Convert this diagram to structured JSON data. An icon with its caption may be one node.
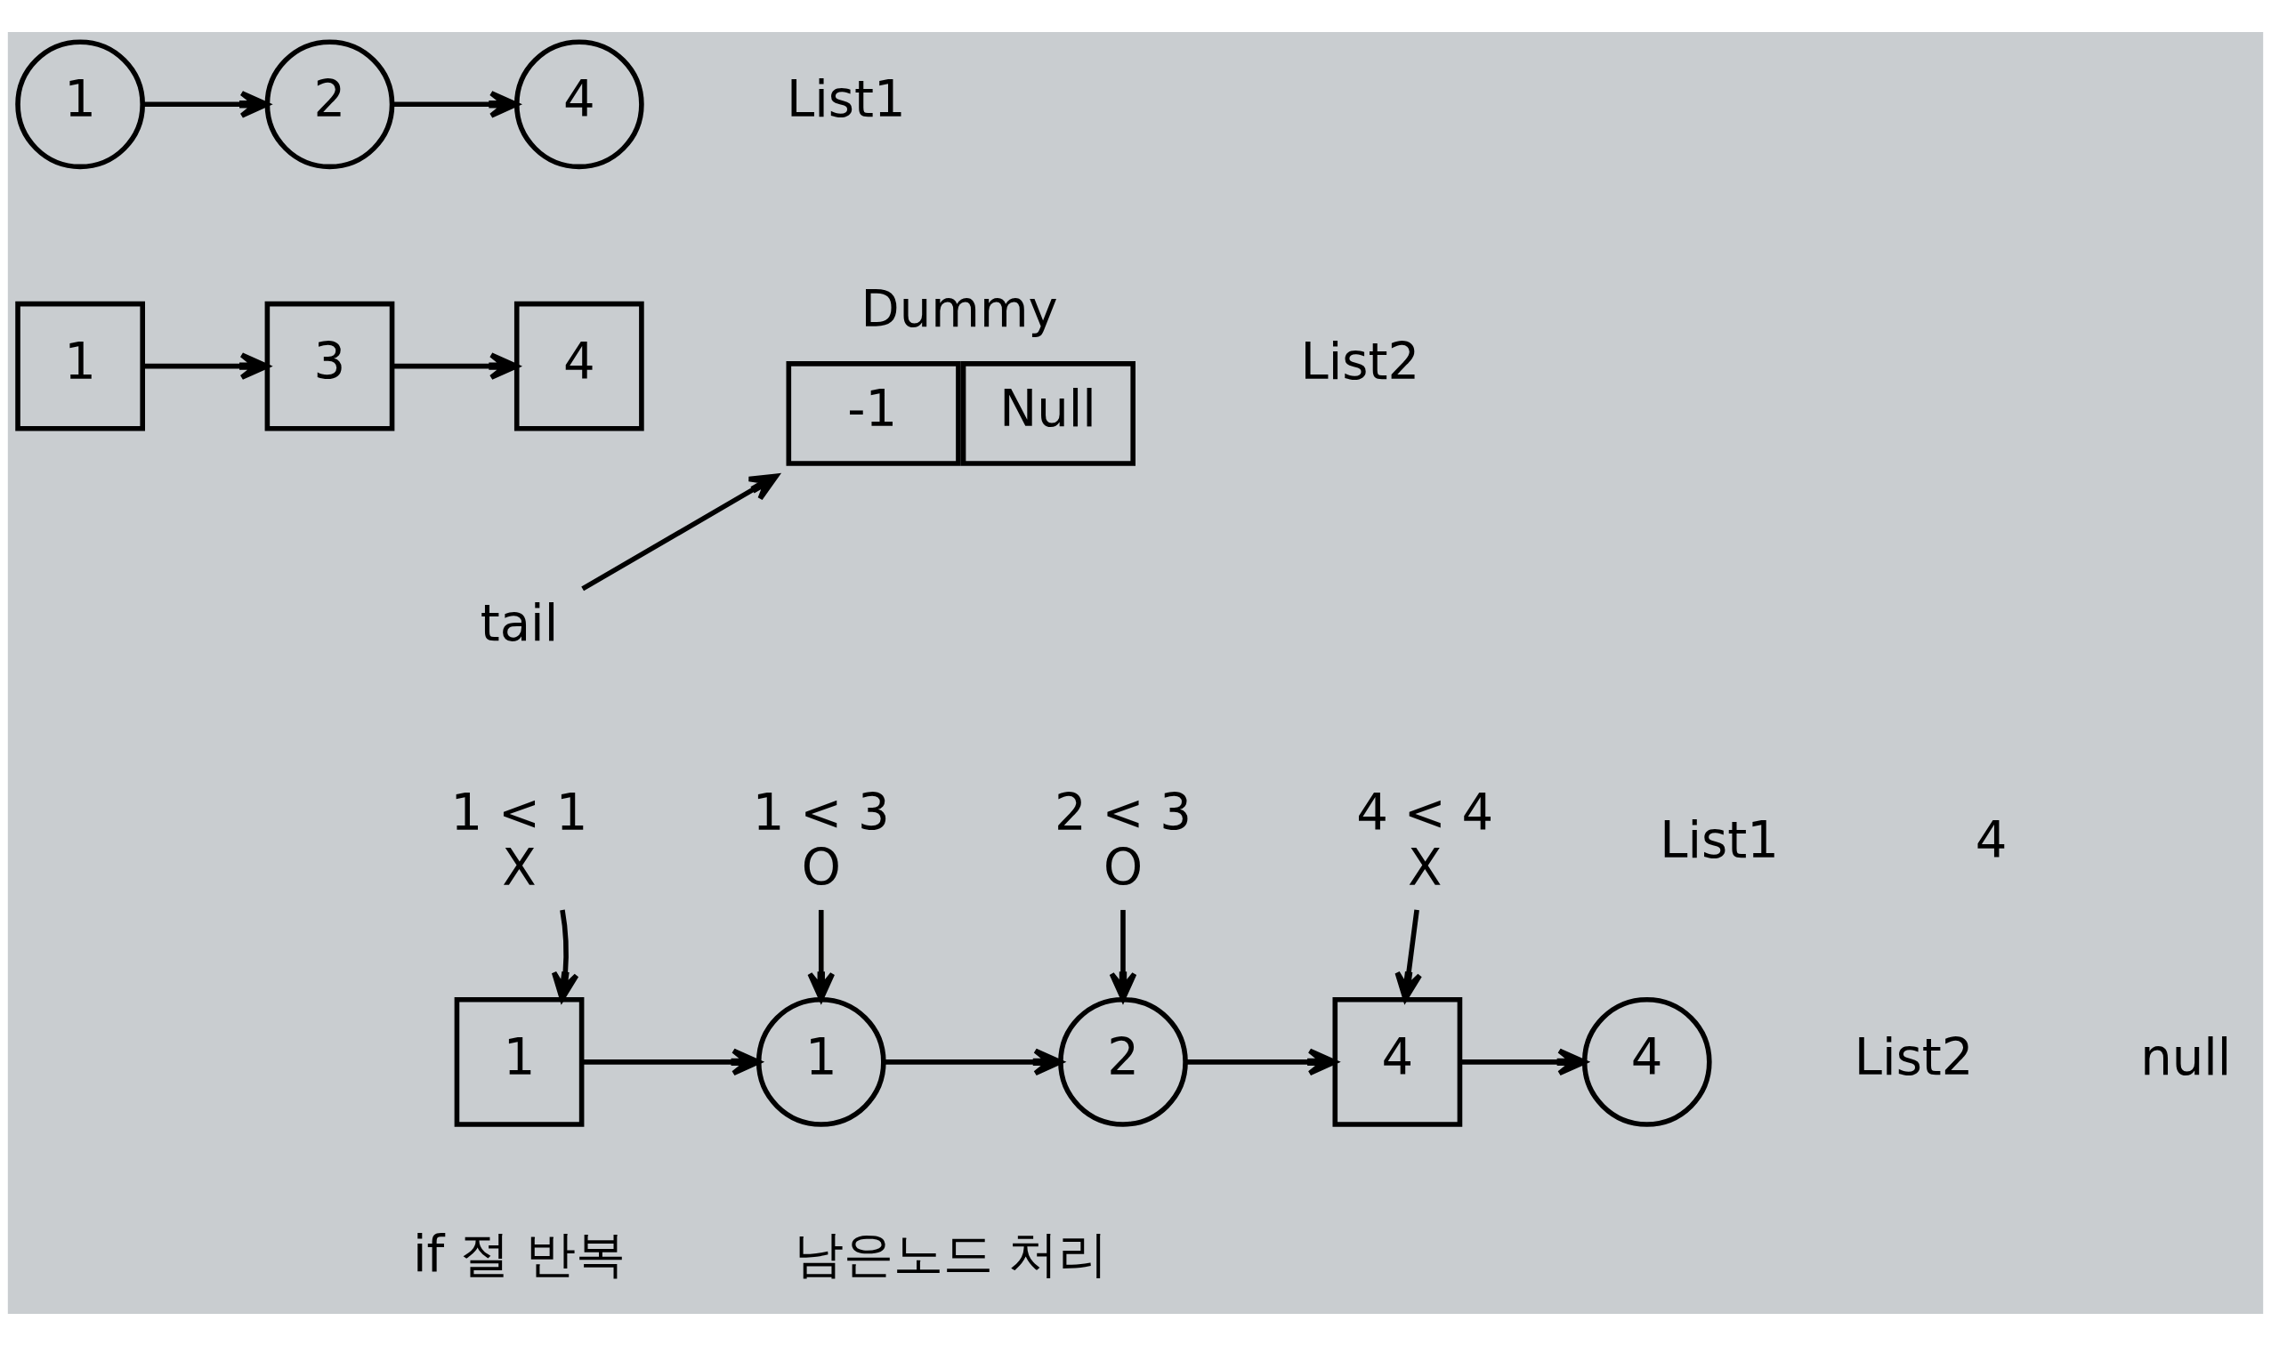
{
  "diagram": {
    "nodes": [
      {
        "text": [
          "1"
        ]
      },
      {
        "text": [
          "2"
        ]
      },
      {
        "text": [
          "4"
        ]
      },
      {
        "text": [
          "1"
        ]
      },
      {
        "text": [
          "3"
        ]
      },
      {
        "text": [
          "4"
        ]
      },
      {
        "text": [
          "Dummy",
          "-1",
          "Null"
        ]
      },
      {
        "text": [
          "tail"
        ]
      },
      {
        "text": [
          "1 < 1",
          "X"
        ]
      },
      {
        "text": [
          "1 < 3",
          "O"
        ]
      },
      {
        "text": [
          "2 < 3",
          "O"
        ]
      },
      {
        "text": [
          "4 < 4",
          "X"
        ]
      },
      {
        "text": [
          "1"
        ]
      },
      {
        "text": [
          "1"
        ]
      },
      {
        "text": [
          "2"
        ]
      },
      {
        "text": [
          "4"
        ]
      },
      {
        "text": [
          "4"
        ]
      }
    ],
    "edges": [
      {
        "from": 0,
        "to": 1,
        "arrow": "to"
      },
      {
        "from": 1,
        "to": 2,
        "arrow": "to"
      },
      {
        "from": 3,
        "to": 4,
        "arrow": "to"
      },
      {
        "from": 4,
        "to": 5,
        "arrow": "to"
      },
      {
        "from": 7,
        "to": 6,
        "arrow": "to"
      },
      {
        "from": 8,
        "to": 12,
        "arrow": "to"
      },
      {
        "from": 9,
        "to": 13,
        "arrow": "to"
      },
      {
        "from": 10,
        "to": 14,
        "arrow": "to"
      },
      {
        "from": 11,
        "to": 15,
        "arrow": "to"
      },
      {
        "from": 12,
        "to": 13,
        "arrow": "to"
      },
      {
        "from": 13,
        "to": 14,
        "arrow": "to"
      },
      {
        "from": 14,
        "to": 15,
        "arrow": "to"
      },
      {
        "from": 15,
        "to": 16,
        "arrow": "to"
      }
    ],
    "labels": [
      "List1",
      "List2",
      "List1",
      "4",
      "List2",
      "null",
      "if 절 반복",
      "남은노드 처리"
    ]
  }
}
